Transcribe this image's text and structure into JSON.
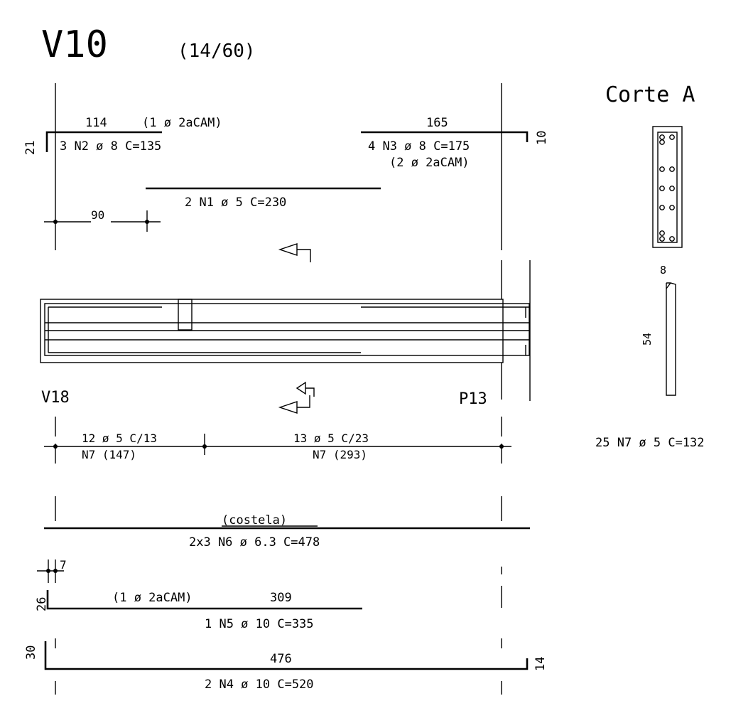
{
  "title": "V10",
  "section": "(14/60)",
  "corte": {
    "title": "Corte A",
    "stirrup_width": "8",
    "stirrup_height": "54",
    "stirrup_spec": "25 N7 ø 5 C=132"
  },
  "labels": {
    "support_left": "V18",
    "support_right": "P13"
  },
  "bars": {
    "n2": {
      "length": "114",
      "note": "(1 ø 2aCAM)",
      "spec": "3 N2 ø 8 C=135",
      "hook": "21"
    },
    "n3": {
      "length": "165",
      "spec": "4 N3 ø 8 C=175",
      "note": "(2 ø 2aCAM)",
      "hook": "10"
    },
    "n1": {
      "spec": "2 N1 ø 5 C=230",
      "offset": "90"
    },
    "stirrups": {
      "left_spec": "12 ø 5 C/13",
      "left_detail": "N7 (147)",
      "right_spec": "13 ø 5 C/23",
      "right_detail": "N7 (293)"
    },
    "n6": {
      "note": "(costela)",
      "spec": "2x3 N6 ø 6.3 C=478"
    },
    "n5": {
      "offset": "7",
      "hook": "26",
      "note": "(1 ø 2aCAM)",
      "length": "309",
      "spec": "1 N5 ø 10 C=335"
    },
    "n4": {
      "hook_left": "30",
      "length": "476",
      "hook_right": "14",
      "spec": "2 N4 ø 10 C=520"
    }
  }
}
